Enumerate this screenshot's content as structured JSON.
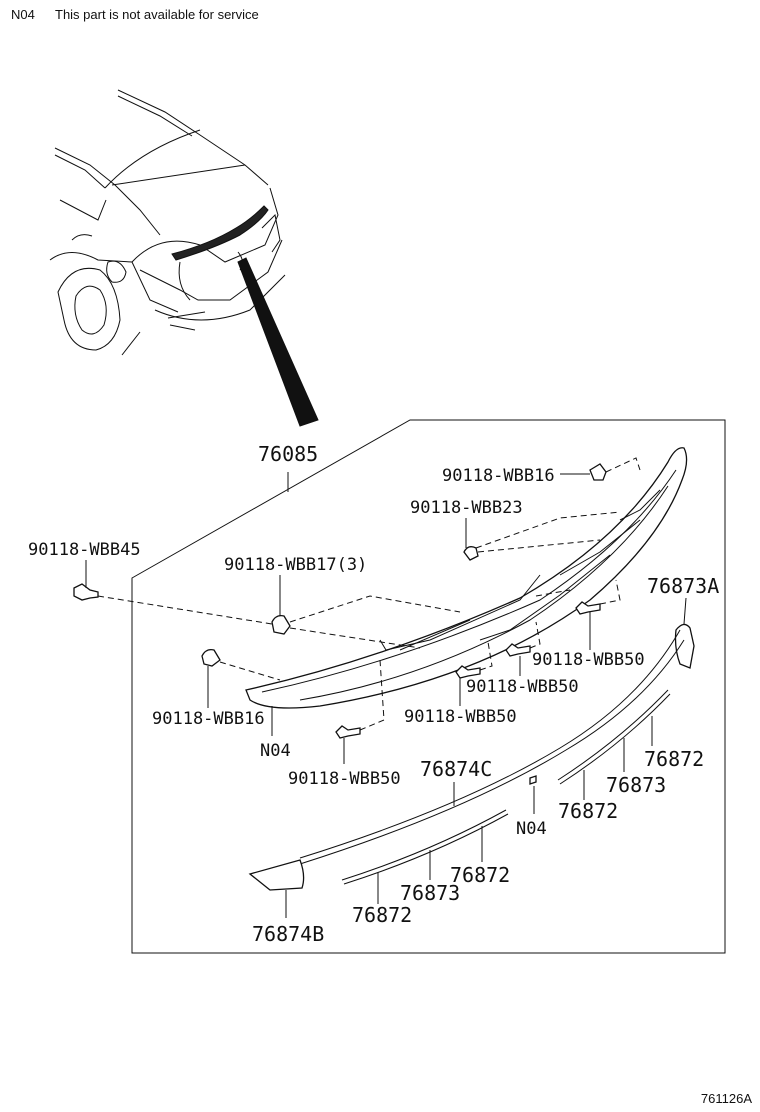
{
  "header": {
    "code": "N04",
    "note": "This part is not available for service"
  },
  "reference": "761126A",
  "labels": {
    "assembly": "76085",
    "wbb16_top": "90118-WBB16",
    "wbb23": "90118-WBB23",
    "wbb45": "90118-WBB45",
    "wbb17": "90118-WBB17(3)",
    "p76873a": "76873A",
    "wbb50_right": "90118-WBB50",
    "wbb50_mid": "90118-WBB50",
    "wbb50_low": "90118-WBB50",
    "wbb16_left": "90118-WBB16",
    "n04_left": "N04",
    "wbb50_bottom": "90118-WBB50",
    "p76874c": "76874C",
    "n04_right": "N04",
    "p76872_r1": "76872",
    "p76873_r": "76873",
    "p76872_r2": "76872",
    "p76872_l1": "76872",
    "p76873_l": "76873",
    "p76872_l2": "76872",
    "p76874b": "76874B"
  }
}
